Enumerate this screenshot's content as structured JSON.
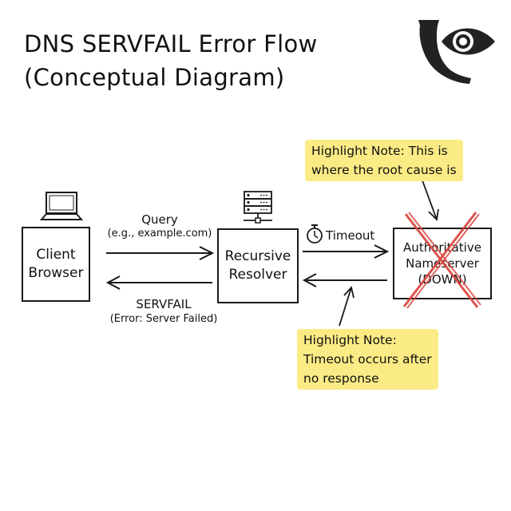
{
  "title": {
    "line1": "DNS SERVFAIL Error Flow",
    "line2": "(Conceptual Diagram)"
  },
  "logo": {
    "icon": "horn-eye-logo-icon"
  },
  "nodes": {
    "client": {
      "line1": "Client",
      "line2": "Browser",
      "icon": "laptop-icon"
    },
    "resolver": {
      "line1": "Recursive",
      "line2": "Resolver",
      "icon": "server-rack-icon"
    },
    "authoritative": {
      "line1": "Authoritative",
      "line2": "Nameserver",
      "line3": "(DOWN)",
      "status_mark": "red-x-icon"
    }
  },
  "edges": {
    "query": {
      "line1": "Query",
      "line2": "(e.g., example.com)"
    },
    "servfail": {
      "line1": "SERVFAIL",
      "line2": "(Error: Server Failed)"
    },
    "timeout": {
      "label": "Timeout",
      "icon": "stopwatch-icon"
    }
  },
  "notes": {
    "root_cause": {
      "line1": "Highlight Note: This is",
      "line2": "where the root cause is"
    },
    "timeout": {
      "line1": "Highlight Note:",
      "line2": "Timeout occurs after",
      "line3": "no response"
    }
  },
  "colors": {
    "ink": "#1a1a1a",
    "highlight": "#fbeb85",
    "cross": "#d9423a"
  }
}
